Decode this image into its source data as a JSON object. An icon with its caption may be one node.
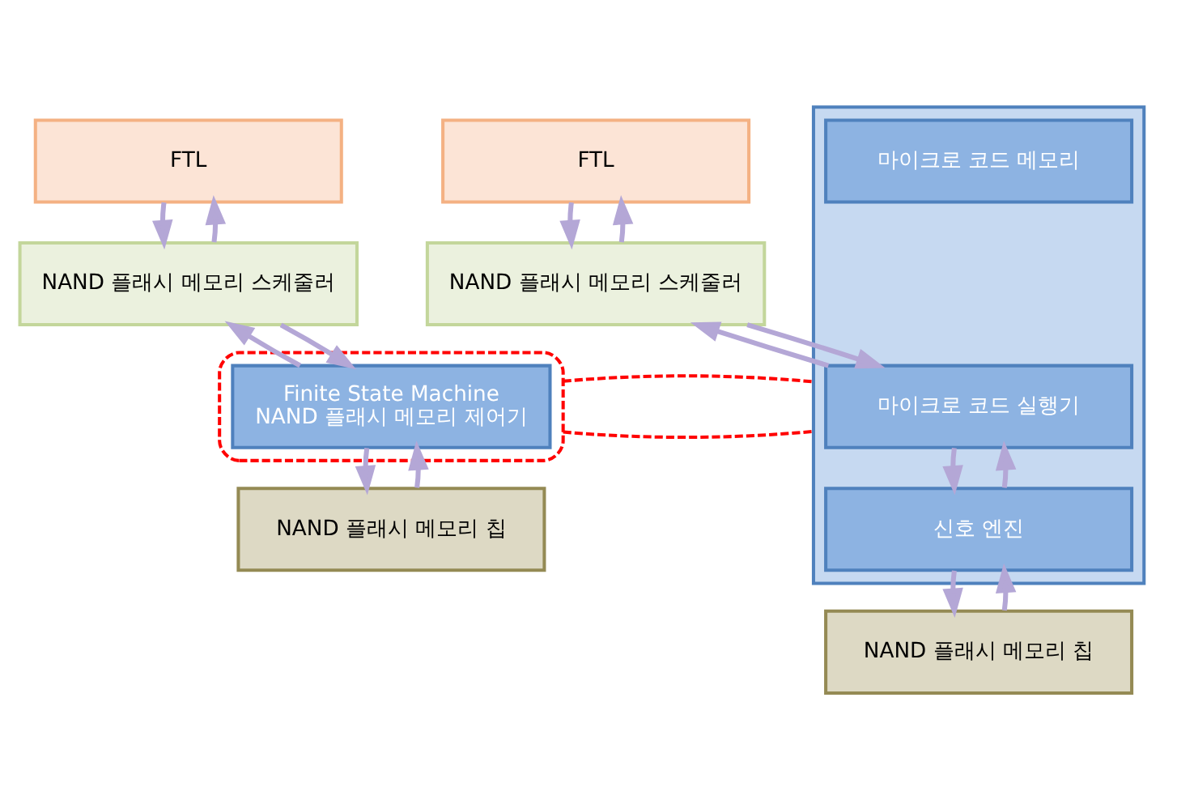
{
  "diagram": {
    "nodes": [
      {
        "text": [
          "FTL"
        ]
      },
      {
        "text": [
          "NAND 플래시 메모리 스케줄러"
        ]
      },
      {
        "text": [],
        "shape": "box"
      },
      {
        "text": [
          "Finite State Machine",
          "NAND 플래시 메모리 제어기"
        ],
        "in": 2
      },
      {
        "text": [
          "NAND 플래시 메모리 칩"
        ]
      },
      {
        "text": [
          "FTL"
        ]
      },
      {
        "text": [
          "NAND 플래시 메모리 스케줄러"
        ]
      },
      {
        "text": [],
        "shape": "box"
      },
      {
        "text": [
          "마이크로 코드 실행기"
        ],
        "in": 7
      },
      {
        "text": [
          "신호 엔진"
        ],
        "in": 7
      },
      {
        "text": [
          "마이크로 코드 메모리"
        ],
        "in": 7
      },
      {
        "text": [
          "NAND 플래시 메모리 칩"
        ]
      }
    ],
    "edges": [
      {
        "from": 0,
        "to": 1,
        "arrow": "to"
      },
      {
        "from": 1,
        "to": 0,
        "arrow": "to"
      },
      {
        "from": 1,
        "to": 3,
        "arrow": "to"
      },
      {
        "from": 3,
        "to": 1,
        "arrow": "to"
      },
      {
        "from": 3,
        "to": 4,
        "arrow": "to"
      },
      {
        "from": 4,
        "to": 3,
        "arrow": "to"
      },
      {
        "from": 5,
        "to": 6,
        "arrow": "to"
      },
      {
        "from": 6,
        "to": 5,
        "arrow": "to"
      },
      {
        "from": 6,
        "to": 8,
        "arrow": "to"
      },
      {
        "from": 8,
        "to": 6,
        "arrow": "to"
      },
      {
        "from": 8,
        "to": 9,
        "arrow": "to"
      },
      {
        "from": 9,
        "to": 8,
        "arrow": "to"
      },
      {
        "from": 9,
        "to": 11,
        "arrow": "to"
      },
      {
        "from": 11,
        "to": 9,
        "arrow": "to"
      },
      {
        "from": 2,
        "to": 7,
        "arrow": "none",
        "style": "dashed",
        "color": "#ff0000"
      },
      {
        "from": 2,
        "to": 7,
        "arrow": "none",
        "style": "dashed",
        "color": "#ff0000"
      }
    ]
  }
}
